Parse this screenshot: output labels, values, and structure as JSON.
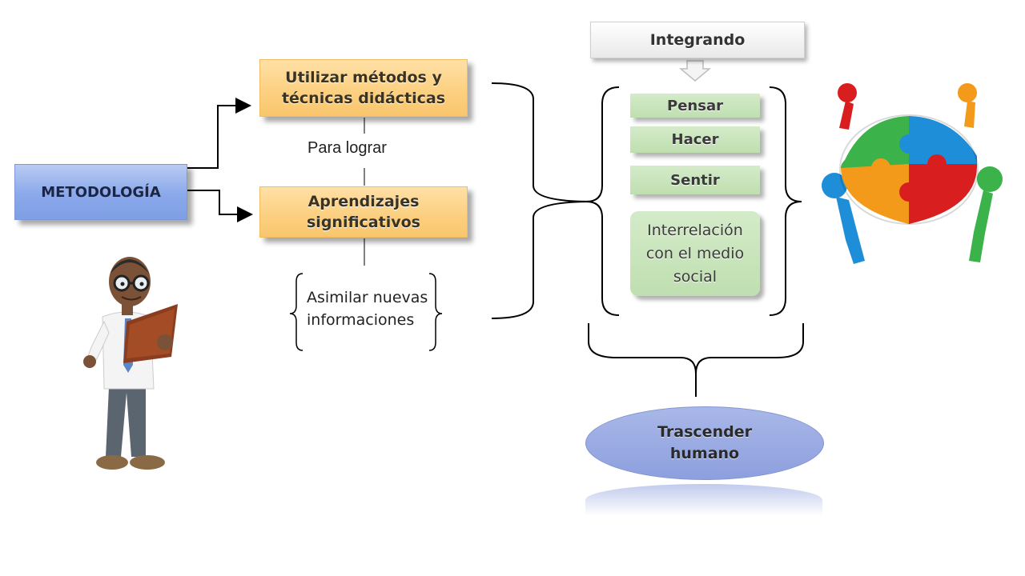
{
  "diagram": {
    "metodologia": "METODOLOGÍA",
    "utilizar": "Utilizar métodos y técnicas didácticas",
    "para_lograr": "Para lograr",
    "aprendizajes": "Aprendizajes significativos",
    "asimilar": "Asimilar nuevas informaciones",
    "integrando": "Integrando",
    "pensar": "Pensar",
    "hacer": "Hacer",
    "sentir": "Sentir",
    "interrelacion": "Interrelación con el medio social",
    "trascender": "Trascender humano"
  },
  "colors": {
    "blue_box": "#8aa8ea",
    "orange_box": "#fccf7f",
    "green_box": "#c6e3b9",
    "ellipse": "#98a9e2"
  },
  "icons": [
    "teacher-reading-book-icon",
    "puzzle-team-icon"
  ]
}
